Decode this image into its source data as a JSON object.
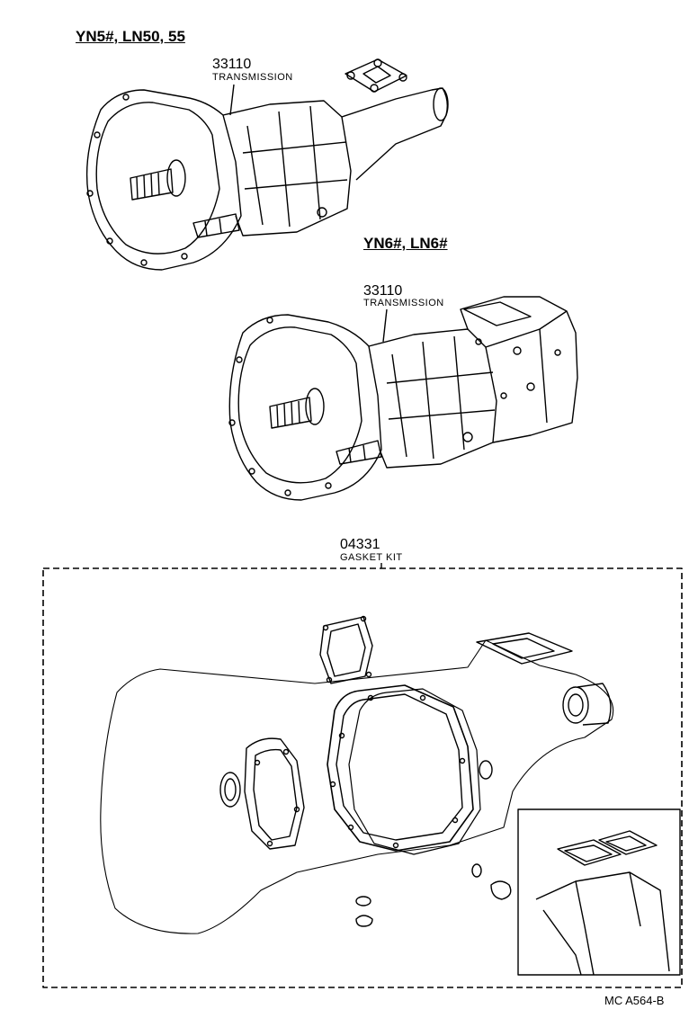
{
  "diagram": {
    "models": {
      "upper": "YN5#, LN50, 55",
      "lower": "YN6#, LN6#"
    },
    "parts": [
      {
        "number": "33110",
        "name": "TRANSMISSION"
      },
      {
        "number": "33110",
        "name": "TRANSMISSION"
      },
      {
        "number": "04331",
        "name": "GASKET KIT"
      }
    ],
    "figure_code": "MC A564-B"
  }
}
